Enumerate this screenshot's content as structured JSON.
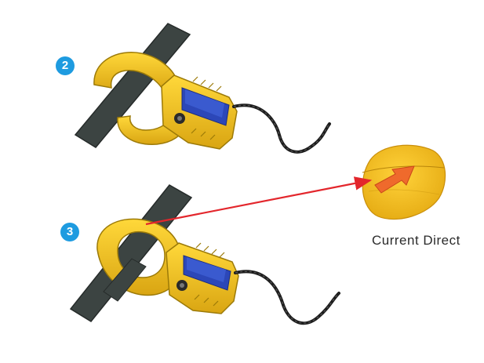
{
  "colors": {
    "badge_blue": "#1e9be0",
    "clamp_yellow": "#f2c21c",
    "clamp_shade": "#c9970c",
    "cable_gray": "#3c4442",
    "display_blue": "#2c47b8",
    "arrow_red": "#e3262c",
    "direction_marker": "#ef6a2c",
    "caption": "#2b2b2b"
  },
  "steps": [
    {
      "number": "2",
      "icon": "clamp-open-on-cable"
    },
    {
      "number": "3",
      "icon": "clamp-closed-on-cable"
    }
  ],
  "detail": {
    "caption": "Current Direct",
    "icon": "current-direction-arrow-icon"
  }
}
